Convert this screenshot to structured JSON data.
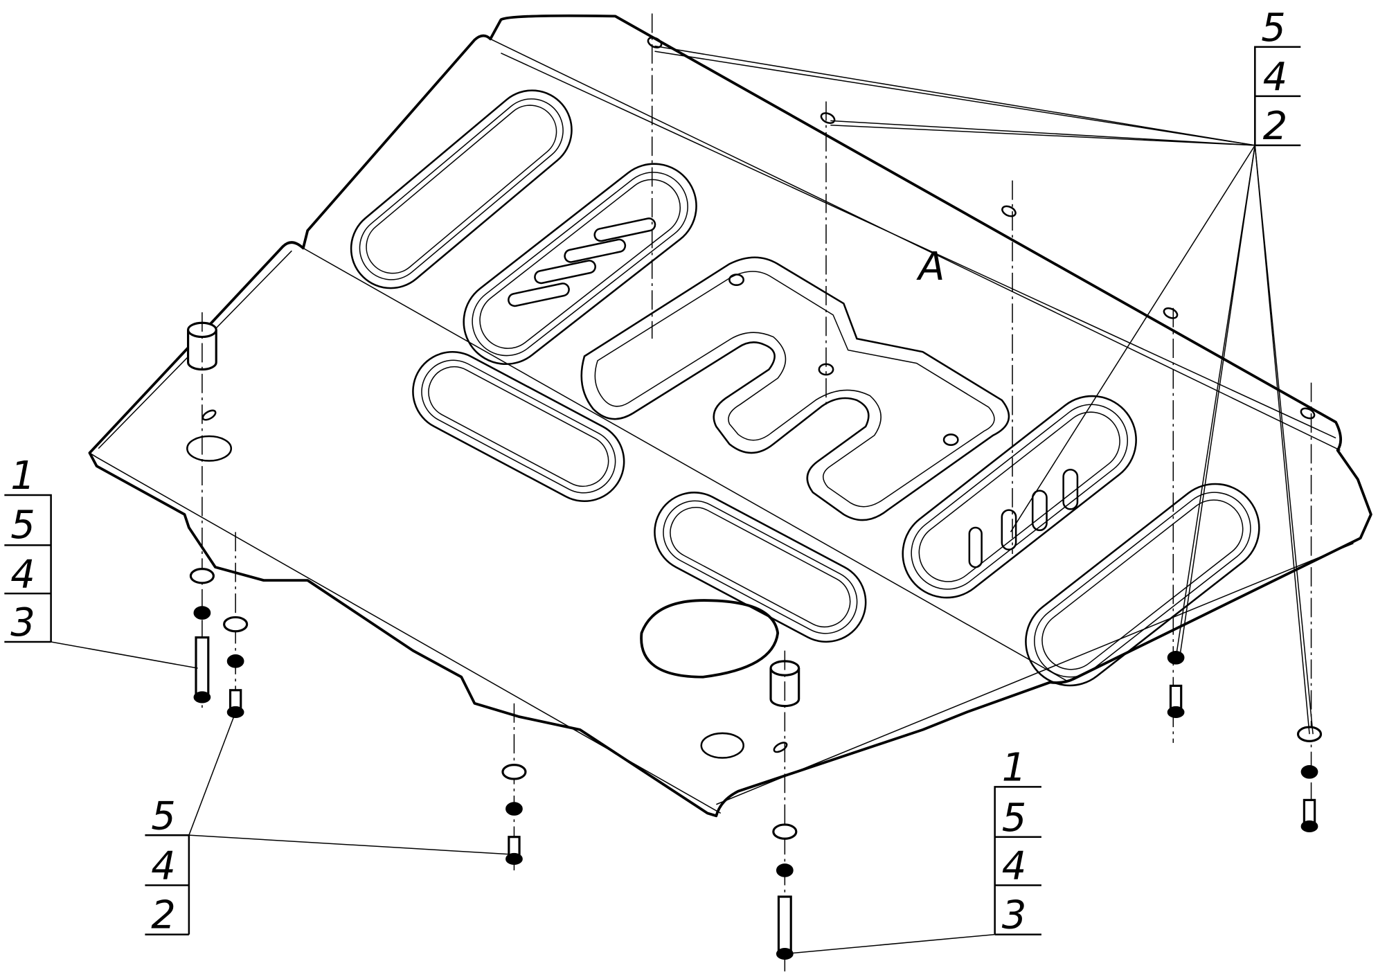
{
  "title": "Skid plate exploded assembly drawing",
  "view_label": "A",
  "callouts": {
    "top_right": [
      "5",
      "4",
      "2"
    ],
    "left": [
      "1",
      "5",
      "4",
      "3"
    ],
    "bottom_left": [
      "5",
      "4",
      "2"
    ],
    "bottom_center": [
      "1",
      "5",
      "4",
      "3"
    ]
  },
  "colors": {
    "line": "#000000",
    "background": "#ffffff"
  }
}
